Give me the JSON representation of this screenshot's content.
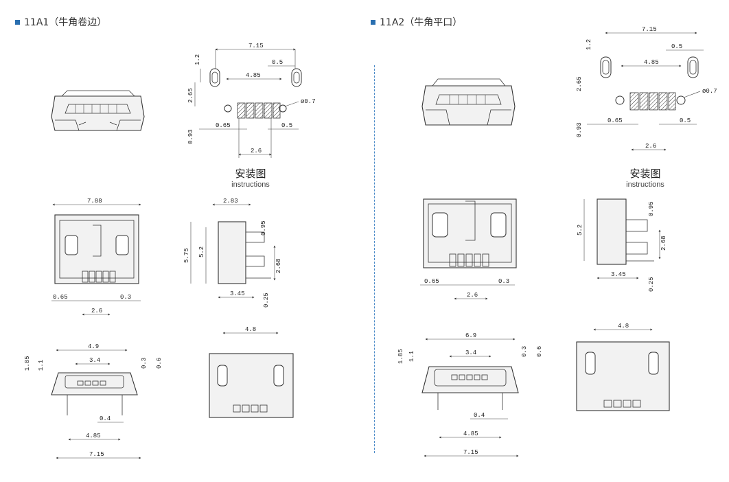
{
  "sections": [
    {
      "title": "11A1（牛角卷边）"
    },
    {
      "title": "11A2（牛角平口）"
    }
  ],
  "install_caption": {
    "zh": "安装图",
    "en": "instructions"
  },
  "colors": {
    "accent": "#2a6fb0",
    "divider": "#4a8ac7",
    "line": "#333333"
  },
  "left": {
    "footprint": {
      "d_top": "7.15",
      "d_inner": "4.85",
      "d_slot": "0.5",
      "d_h1": "1.2",
      "d_h2": "2.65",
      "d_h3": "0.93",
      "d_pad": "0.65",
      "d_pad2": "0.5",
      "d_pitch": "2.6",
      "d_hole": "ø0.7"
    },
    "top_view": {
      "width": "7.88",
      "d_left": "0.65",
      "d_right": "0.3",
      "d_pitch": "2.6"
    },
    "side_view": {
      "d_top": "2.83",
      "d_h1": "5.75",
      "d_h2": "5.2",
      "d_a": "0.95",
      "d_b": "2.68",
      "d_c": "0.25",
      "d_bottom": "3.45"
    },
    "front_view": {
      "d_49": "4.9",
      "d_34": "3.4",
      "d_185": "1.85",
      "d_11": "1.1",
      "d_03": "0.3",
      "d_06": "0.6",
      "d_04": "0.4",
      "d_485": "4.85",
      "d_715": "7.15"
    },
    "back_view": {
      "d_48": "4.8"
    }
  },
  "right": {
    "footprint": {
      "d_top": "7.15",
      "d_inner": "4.85",
      "d_slot": "0.5",
      "d_h1": "1.2",
      "d_h2": "2.65",
      "d_h3": "0.93",
      "d_pad": "0.65",
      "d_pad2": "0.5",
      "d_pitch": "2.6",
      "d_hole": "ø0.7"
    },
    "top_view": {
      "d_left": "0.65",
      "d_right": "0.3",
      "d_pitch": "2.6"
    },
    "side_view": {
      "d_h": "5.2",
      "d_a": "0.95",
      "d_b": "2.68",
      "d_c": "0.25",
      "d_bottom": "3.45"
    },
    "front_view": {
      "d_69": "6.9",
      "d_34": "3.4",
      "d_185": "1.85",
      "d_11": "1.1",
      "d_03": "0.3",
      "d_06": "0.6",
      "d_04": "0.4",
      "d_485": "4.85",
      "d_715": "7.15"
    },
    "back_view": {
      "d_48": "4.8"
    }
  }
}
